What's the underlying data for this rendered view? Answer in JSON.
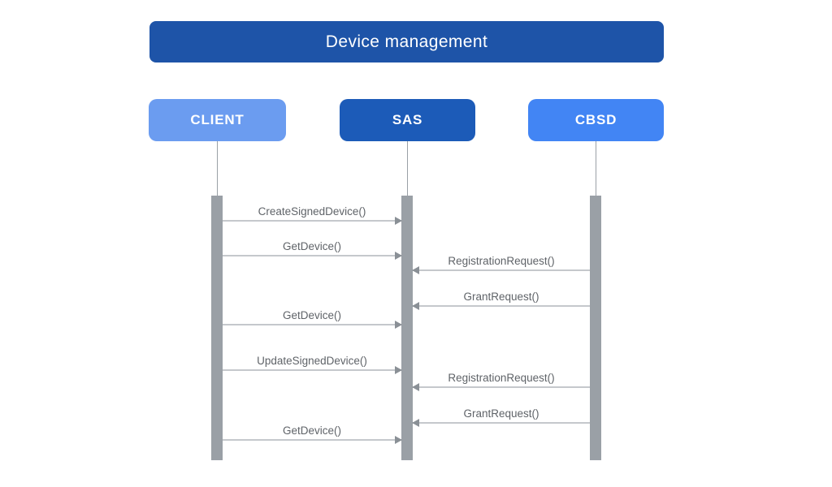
{
  "diagram": {
    "title": "Device management",
    "actors": [
      {
        "id": "client",
        "label": "CLIENT",
        "color": "#6b9cf0"
      },
      {
        "id": "sas",
        "label": "SAS",
        "color": "#1c5bb8"
      },
      {
        "id": "cbsd",
        "label": "CBSD",
        "color": "#4285f4"
      }
    ],
    "messages": [
      {
        "label": "CreateSignedDevice()",
        "from": "CLIENT",
        "to": "SAS"
      },
      {
        "label": "GetDevice()",
        "from": "CLIENT",
        "to": "SAS"
      },
      {
        "label": "RegistrationRequest()",
        "from": "CBSD",
        "to": "SAS"
      },
      {
        "label": "GrantRequest()",
        "from": "CBSD",
        "to": "SAS"
      },
      {
        "label": "GetDevice()",
        "from": "CLIENT",
        "to": "SAS"
      },
      {
        "label": "UpdateSignedDevice()",
        "from": "CLIENT",
        "to": "SAS"
      },
      {
        "label": "RegistrationRequest()",
        "from": "CBSD",
        "to": "SAS"
      },
      {
        "label": "GrantRequest()",
        "from": "CBSD",
        "to": "SAS"
      },
      {
        "label": "GetDevice()",
        "from": "CLIENT",
        "to": "SAS"
      }
    ],
    "colors": {
      "title_banner": "#1e54a8",
      "actor_client": "#6b9cf0",
      "actor_sas": "#1c5bb8",
      "actor_cbsd": "#4285f4",
      "lifeline_gray": "#9aa0a6",
      "arrow_line": "#c5c8cc",
      "arrow_head": "#8a9096",
      "message_text": "#5f6368",
      "background": "#ffffff"
    }
  }
}
